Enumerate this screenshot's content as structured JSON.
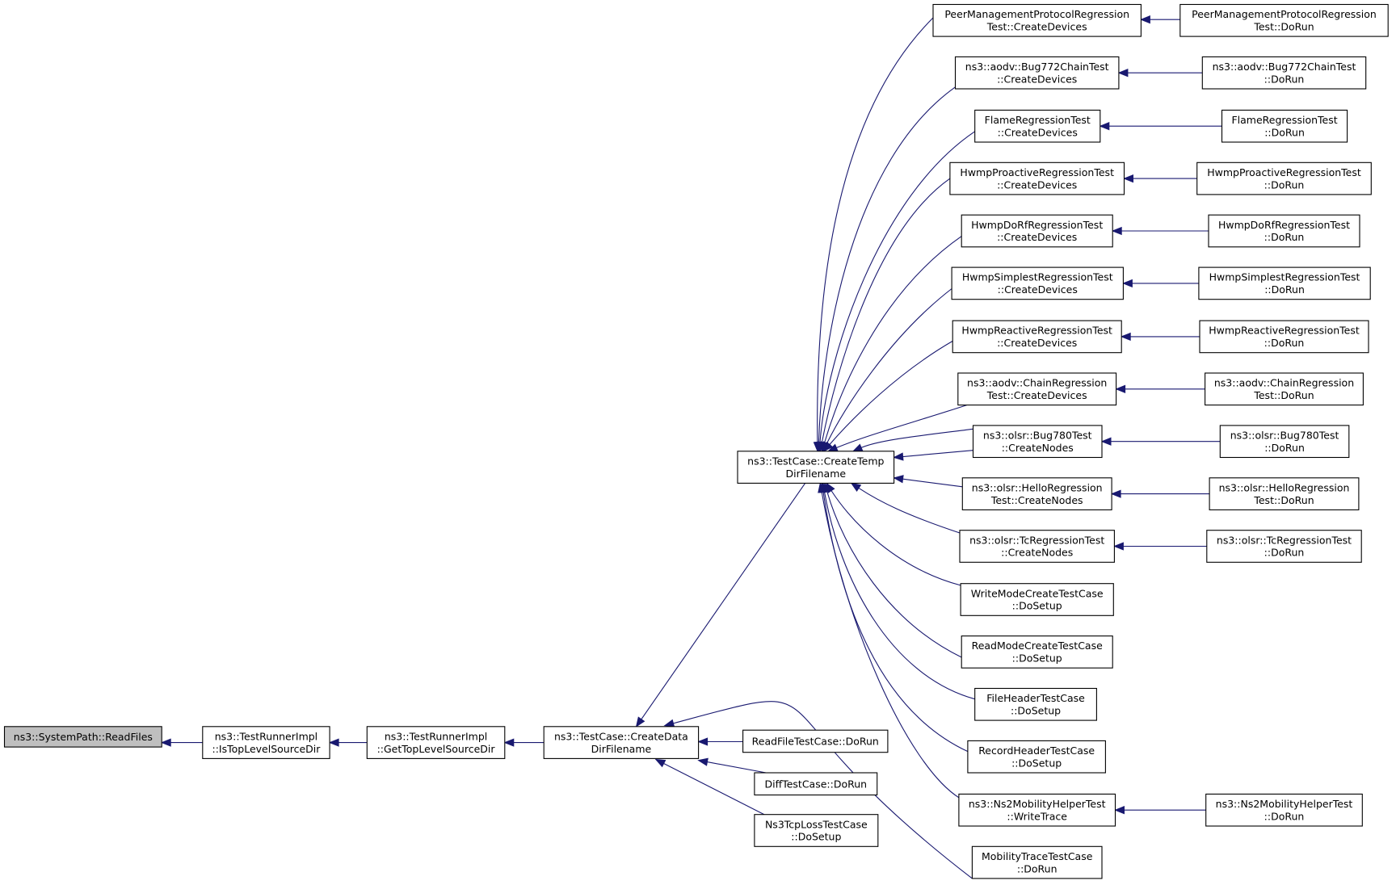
{
  "graph": {
    "colors": {
      "edge": "#191970",
      "highlight_fill": "#bfbfbf",
      "node_fill": "#ffffff",
      "node_border": "#000000"
    },
    "nodes": [
      {
        "id": "readfiles",
        "lines": [
          "ns3::SystemPath::ReadFiles"
        ],
        "highlight": true
      },
      {
        "id": "istoplevel",
        "lines": [
          "ns3::TestRunnerImpl",
          "::IsTopLevelSourceDir"
        ]
      },
      {
        "id": "gettoplevel",
        "lines": [
          "ns3::TestRunnerImpl",
          "::GetTopLevelSourceDir"
        ]
      },
      {
        "id": "createdata",
        "lines": [
          "ns3::TestCase::CreateData",
          "DirFilename"
        ]
      },
      {
        "id": "createtemp",
        "lines": [
          "ns3::TestCase::CreateTemp",
          "DirFilename"
        ]
      },
      {
        "id": "readfiletc",
        "lines": [
          "ReadFileTestCase::DoRun"
        ]
      },
      {
        "id": "difftc",
        "lines": [
          "DiffTestCase::DoRun"
        ]
      },
      {
        "id": "ns3tcploss",
        "lines": [
          "Ns3TcpLossTestCase",
          "::DoSetup"
        ]
      },
      {
        "id": "peer_cd",
        "lines": [
          "PeerManagementProtocolRegression",
          "Test::CreateDevices"
        ]
      },
      {
        "id": "peer_run",
        "lines": [
          "PeerManagementProtocolRegression",
          "Test::DoRun"
        ]
      },
      {
        "id": "bug772_cd",
        "lines": [
          "ns3::aodv::Bug772ChainTest",
          "::CreateDevices"
        ]
      },
      {
        "id": "bug772_run",
        "lines": [
          "ns3::aodv::Bug772ChainTest",
          "::DoRun"
        ]
      },
      {
        "id": "flame_cd",
        "lines": [
          "FlameRegressionTest",
          "::CreateDevices"
        ]
      },
      {
        "id": "flame_run",
        "lines": [
          "FlameRegressionTest",
          "::DoRun"
        ]
      },
      {
        "id": "hwmppro_cd",
        "lines": [
          "HwmpProactiveRegressionTest",
          "::CreateDevices"
        ]
      },
      {
        "id": "hwmppro_run",
        "lines": [
          "HwmpProactiveRegressionTest",
          "::DoRun"
        ]
      },
      {
        "id": "hwmpdorf_cd",
        "lines": [
          "HwmpDoRfRegressionTest",
          "::CreateDevices"
        ]
      },
      {
        "id": "hwmpdorf_run",
        "lines": [
          "HwmpDoRfRegressionTest",
          "::DoRun"
        ]
      },
      {
        "id": "hwmpsimp_cd",
        "lines": [
          "HwmpSimplestRegressionTest",
          "::CreateDevices"
        ]
      },
      {
        "id": "hwmpsimp_run",
        "lines": [
          "HwmpSimplestRegressionTest",
          "::DoRun"
        ]
      },
      {
        "id": "hwmpreac_cd",
        "lines": [
          "HwmpReactiveRegressionTest",
          "::CreateDevices"
        ]
      },
      {
        "id": "hwmpreac_run",
        "lines": [
          "HwmpReactiveRegressionTest",
          "::DoRun"
        ]
      },
      {
        "id": "aodvchain_cd",
        "lines": [
          "ns3::aodv::ChainRegression",
          "Test::CreateDevices"
        ]
      },
      {
        "id": "aodvchain_run",
        "lines": [
          "ns3::aodv::ChainRegression",
          "Test::DoRun"
        ]
      },
      {
        "id": "olsr780_cn",
        "lines": [
          "ns3::olsr::Bug780Test",
          "::CreateNodes"
        ]
      },
      {
        "id": "olsr780_run",
        "lines": [
          "ns3::olsr::Bug780Test",
          "::DoRun"
        ]
      },
      {
        "id": "olsrhello_cn",
        "lines": [
          "ns3::olsr::HelloRegression",
          "Test::CreateNodes"
        ]
      },
      {
        "id": "olsrhello_run",
        "lines": [
          "ns3::olsr::HelloRegression",
          "Test::DoRun"
        ]
      },
      {
        "id": "olsrtc_cn",
        "lines": [
          "ns3::olsr::TcRegressionTest",
          "::CreateNodes"
        ]
      },
      {
        "id": "olsrtc_run",
        "lines": [
          "ns3::olsr::TcRegressionTest",
          "::DoRun"
        ]
      },
      {
        "id": "writemode",
        "lines": [
          "WriteModeCreateTestCase",
          "::DoSetup"
        ]
      },
      {
        "id": "readmode",
        "lines": [
          "ReadModeCreateTestCase",
          "::DoSetup"
        ]
      },
      {
        "id": "fileheader",
        "lines": [
          "FileHeaderTestCase",
          "::DoSetup"
        ]
      },
      {
        "id": "recordheader",
        "lines": [
          "RecordHeaderTestCase",
          "::DoSetup"
        ]
      },
      {
        "id": "ns2mob_wt",
        "lines": [
          "ns3::Ns2MobilityHelperTest",
          "::WriteTrace"
        ]
      },
      {
        "id": "ns2mob_run",
        "lines": [
          "ns3::Ns2MobilityHelperTest",
          "::DoRun"
        ]
      },
      {
        "id": "mobtrace",
        "lines": [
          "MobilityTraceTestCase",
          "::DoRun"
        ]
      }
    ],
    "edges": [
      {
        "to": "readfiles",
        "from": "istoplevel"
      },
      {
        "to": "istoplevel",
        "from": "gettoplevel"
      },
      {
        "to": "gettoplevel",
        "from": "createdata"
      },
      {
        "to": "createdata",
        "from": "createtemp"
      },
      {
        "to": "createdata",
        "from": "readfiletc"
      },
      {
        "to": "createdata",
        "from": "difftc"
      },
      {
        "to": "createdata",
        "from": "ns3tcploss"
      },
      {
        "to": "createdata",
        "from": "mobtrace"
      },
      {
        "to": "createtemp",
        "from": "peer_cd"
      },
      {
        "to": "createtemp",
        "from": "bug772_cd"
      },
      {
        "to": "createtemp",
        "from": "flame_cd"
      },
      {
        "to": "createtemp",
        "from": "hwmppro_cd"
      },
      {
        "to": "createtemp",
        "from": "hwmpdorf_cd"
      },
      {
        "to": "createtemp",
        "from": "hwmpsimp_cd"
      },
      {
        "to": "createtemp",
        "from": "hwmpreac_cd"
      },
      {
        "to": "createtemp",
        "from": "aodvchain_cd"
      },
      {
        "to": "createtemp",
        "from": "olsr780_cn"
      },
      {
        "to": "createtemp",
        "from": "olsrhello_cn"
      },
      {
        "to": "createtemp",
        "from": "olsrtc_cn"
      },
      {
        "to": "createtemp",
        "from": "writemode"
      },
      {
        "to": "createtemp",
        "from": "readmode"
      },
      {
        "to": "createtemp",
        "from": "fileheader"
      },
      {
        "to": "createtemp",
        "from": "recordheader"
      },
      {
        "to": "createtemp",
        "from": "ns2mob_wt"
      },
      {
        "to": "createtemp",
        "from": "mobtrace"
      },
      {
        "to": "peer_cd",
        "from": "peer_run"
      },
      {
        "to": "bug772_cd",
        "from": "bug772_run"
      },
      {
        "to": "flame_cd",
        "from": "flame_run"
      },
      {
        "to": "hwmppro_cd",
        "from": "hwmppro_run"
      },
      {
        "to": "hwmpdorf_cd",
        "from": "hwmpdorf_run"
      },
      {
        "to": "hwmpsimp_cd",
        "from": "hwmpsimp_run"
      },
      {
        "to": "hwmpreac_cd",
        "from": "hwmpreac_run"
      },
      {
        "to": "aodvchain_cd",
        "from": "aodvchain_run"
      },
      {
        "to": "olsr780_cn",
        "from": "olsr780_run"
      },
      {
        "to": "olsrhello_cn",
        "from": "olsrhello_run"
      },
      {
        "to": "olsrtc_cn",
        "from": "olsrtc_run"
      },
      {
        "to": "ns2mob_wt",
        "from": "ns2mob_run"
      }
    ]
  }
}
